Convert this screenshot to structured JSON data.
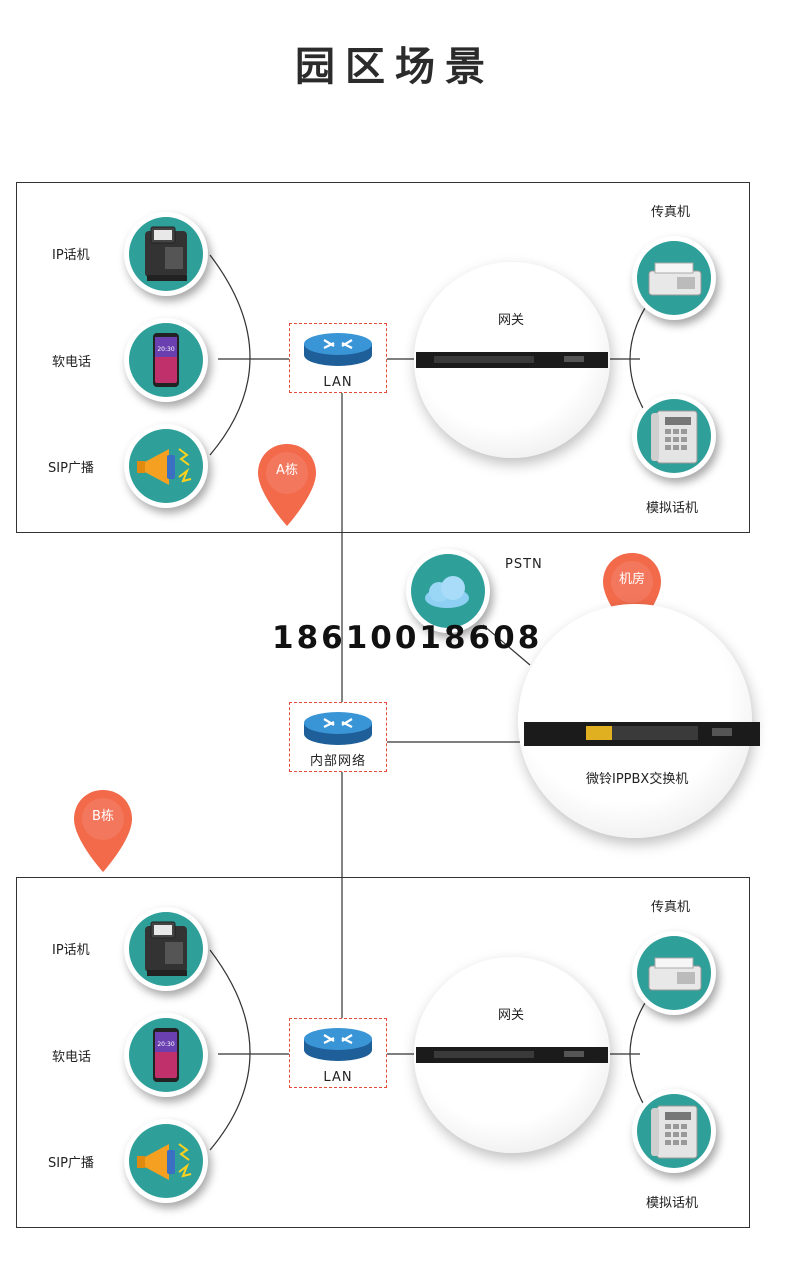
{
  "title": "园区场景",
  "phone_number": "18610018608",
  "building_a": {
    "pin_label": "A栋",
    "ip_phone": "IP话机",
    "softphone": "软电话",
    "sip_broadcast": "SIP广播",
    "lan": "LAN",
    "gateway": "网关",
    "fax": "传真机",
    "analog_phone": "模拟话机"
  },
  "building_b": {
    "pin_label": "B栋",
    "ip_phone": "IP话机",
    "softphone": "软电话",
    "sip_broadcast": "SIP广播",
    "lan": "LAN",
    "gateway": "网关",
    "fax": "传真机",
    "analog_phone": "模拟话机"
  },
  "core": {
    "pstn": "PSTN",
    "room_pin": "机房",
    "internal_network": "内部网络",
    "ippbx": "微铃IPPBX交换机"
  },
  "colors": {
    "teal": "#2f9f9a",
    "router_blue": "#2b7fc4",
    "pin_orange": "#f26a4a",
    "dashed_red": "#e04b3a"
  }
}
